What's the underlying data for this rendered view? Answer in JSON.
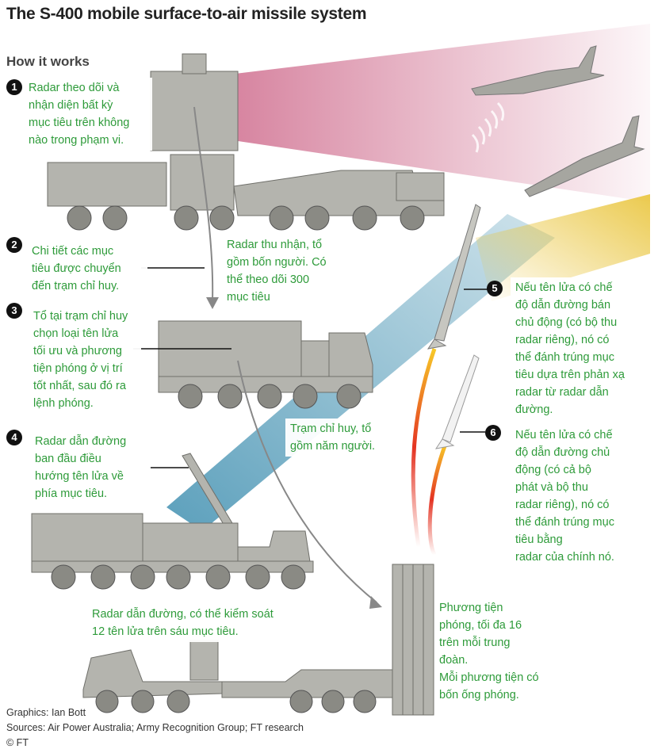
{
  "title": "The S-400 mobile surface-to-air missile system",
  "subtitle": "How it works",
  "steps": [
    {
      "num": "1",
      "text": "Radar theo dõi và\nnhận diện bất kỳ\nmục tiêu trên không\nnào trong phạm vi."
    },
    {
      "num": "2",
      "text": "Chi tiết các mục\ntiêu được chuyển\nđến trạm chỉ huy."
    },
    {
      "num": "3",
      "text": "Tổ tại trạm chỉ huy\nchọn loại tên lửa\ntối ưu và phương\ntiện phóng ở vị trí\ntốt nhất, sau đó ra\nlệnh phóng."
    },
    {
      "num": "4",
      "text": "Radar dẫn đường\nban đầu điều\nhướng tên lửa về\nphía mục tiêu."
    },
    {
      "num": "5",
      "text": "Nếu tên lửa có chế\nđộ dẫn đường bán\nchủ động (có bộ thu\nradar riêng), nó có\nthể đánh trúng mục\ntiêu dựa trên phản xạ\nradar từ radar dẫn\nđường."
    },
    {
      "num": "6",
      "text": "Nếu tên lửa có chế\nđộ dẫn đường chủ\nđộng (có cả bộ\nphát và bộ thu\nradar riêng), nó có\nthể đánh trúng mục\ntiêu bằng\nradar của chính nó."
    }
  ],
  "labels": {
    "acquisition_radar": "Radar thu nhận, tổ\ngồm bốn người. Có\nthể theo dõi 300\nmục tiêu",
    "command_post": "Trạm chỉ huy, tổ\ngồm năm người.",
    "guidance_radar": "Radar dẫn đường, có thể kiểm soát\n12 tên lửa trên sáu mục tiêu.",
    "launcher": "Phương tiện\nphóng, tối đa 16\ntrên mỗi trung\nđoàn.\nMỗi phương tiện có\nbốn ống phóng."
  },
  "credits": {
    "graphics": "Graphics: Ian Bott",
    "sources": "Sources: Air Power Australia; Army Recognition Group; FT research",
    "copyright": "© FT"
  },
  "colors": {
    "note_text": "#2e9b3a",
    "vehicle": "#b4b4ae",
    "vehicle_dark": "#8a8a84",
    "beam_pink": "#c8577d",
    "beam_blue": "#3f8fb0",
    "beam_yellow": "#e9c43a",
    "missile_trail": "#e43322"
  },
  "icons": [
    "fighter-jet",
    "missile",
    "radar-truck",
    "command-truck",
    "launcher-truck"
  ]
}
